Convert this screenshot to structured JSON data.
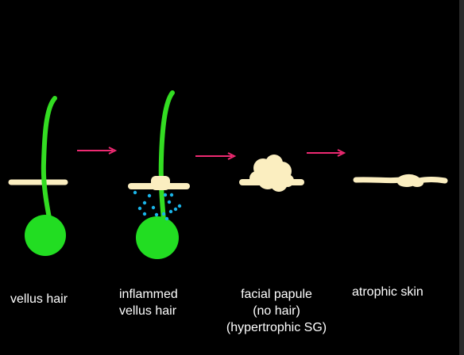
{
  "stages": [
    {
      "label_lines": [
        "vellus hair"
      ]
    },
    {
      "label_lines": [
        "inflammed",
        "vellus hair"
      ]
    },
    {
      "label_lines": [
        "facial papule",
        "(no hair)",
        "(hypertrophic SG)"
      ]
    },
    {
      "label_lines": [
        "atrophic skin"
      ]
    }
  ],
  "colors": {
    "background": "#000000",
    "hair": "#33dd22",
    "bulb": "#22dd22",
    "skin": "#fbeec0",
    "arrow": "#ee2a72",
    "inflammation_dots": "#1ab4e8",
    "label": "#ffffff"
  }
}
